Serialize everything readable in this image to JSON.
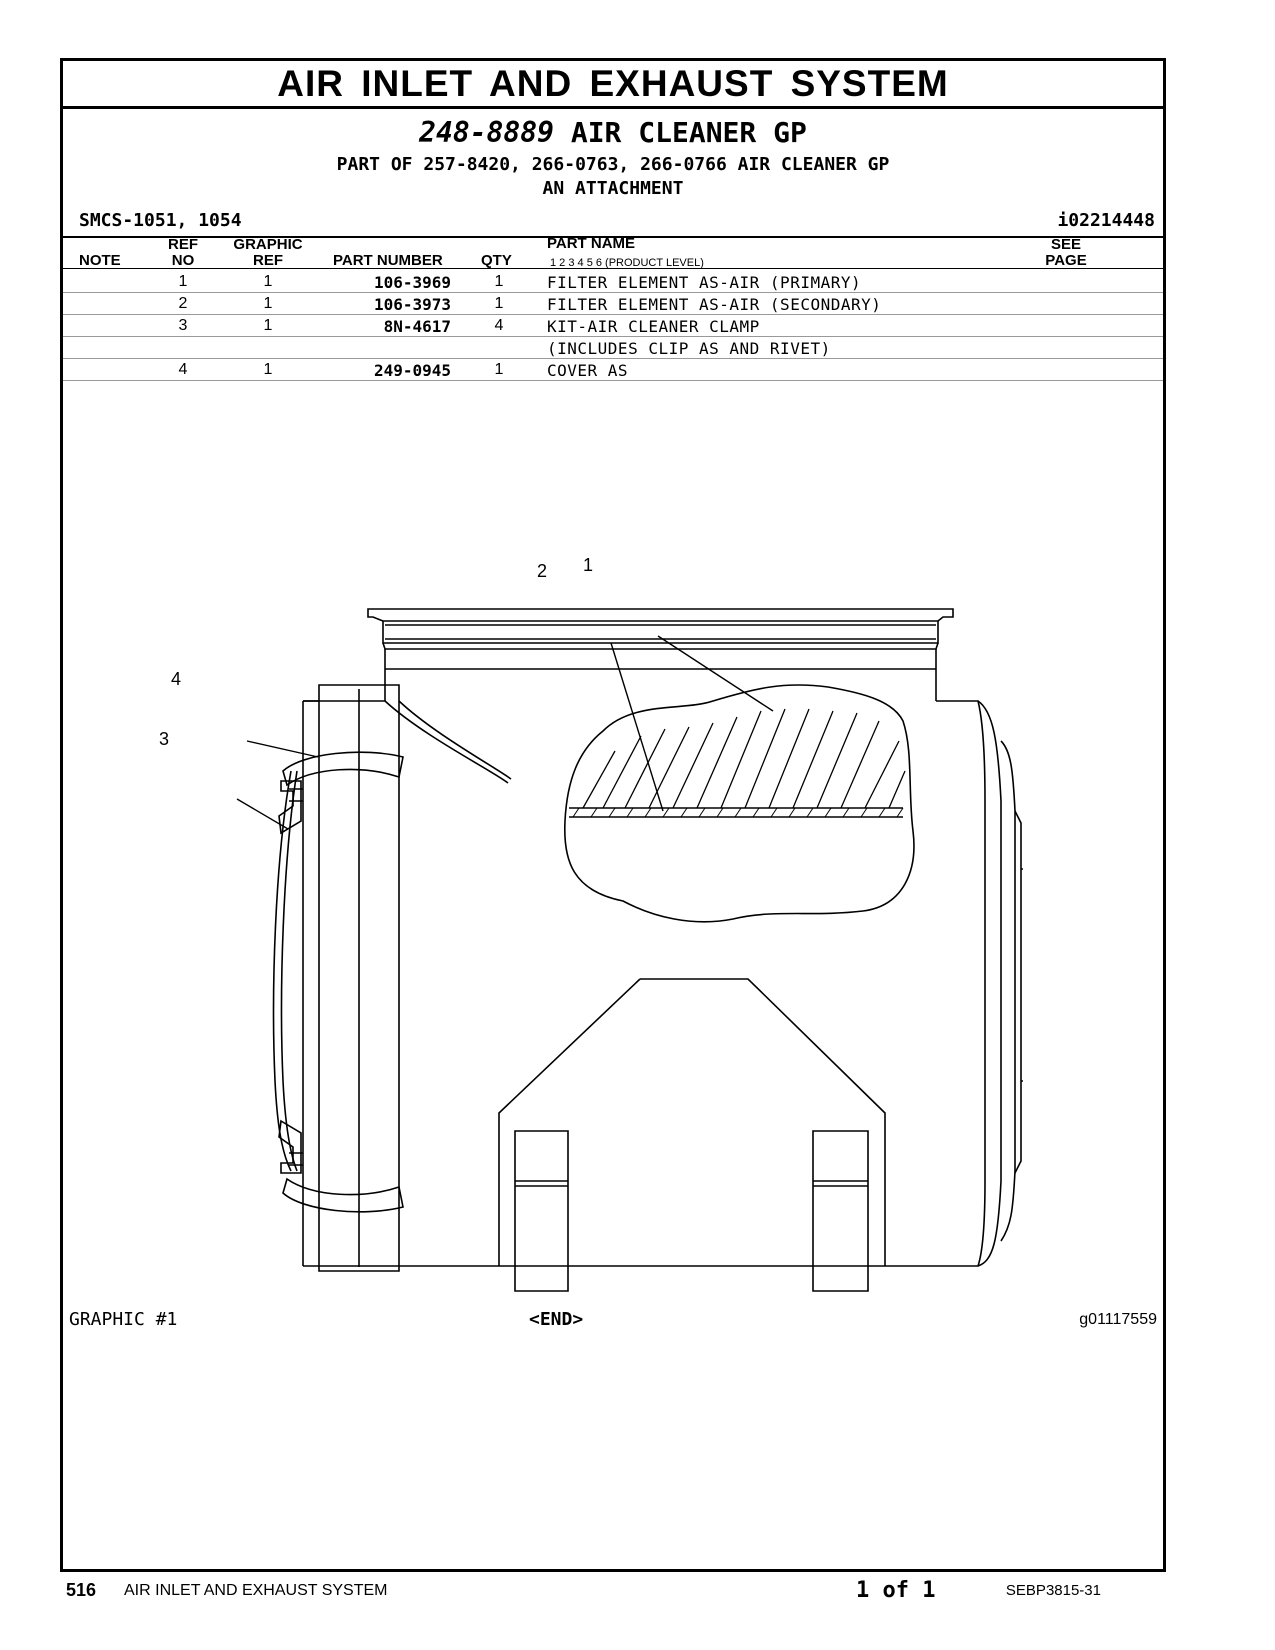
{
  "section_title": "AIR INLET AND EXHAUST SYSTEM",
  "group": {
    "part_number": "248-8889",
    "name": "AIR CLEANER GP",
    "part_of": "PART OF 257-8420, 266-0763, 266-0766 AIR CLEANER GP",
    "type": "AN ATTACHMENT"
  },
  "smcs": "SMCS-1051, 1054",
  "doc_id": "i02214448",
  "table": {
    "headers": {
      "note": "NOTE",
      "ref_no_1": "REF",
      "ref_no_2": "NO",
      "graphic_ref_1": "GRAPHIC",
      "graphic_ref_2": "REF",
      "part_number": "PART NUMBER",
      "qty": "QTY",
      "part_name": "PART NAME",
      "product_levels": "1   2   3   4   5   6   (PRODUCT LEVEL)",
      "see_page_1": "SEE",
      "see_page_2": "PAGE"
    },
    "rows": [
      {
        "note": "",
        "ref_no": "1",
        "graphic_ref": "1",
        "part_number": "106-3969",
        "qty": "1",
        "part_name": "FILTER ELEMENT AS-AIR (PRIMARY)"
      },
      {
        "note": "",
        "ref_no": "2",
        "graphic_ref": "1",
        "part_number": "106-3973",
        "qty": "1",
        "part_name": "FILTER ELEMENT AS-AIR (SECONDARY)"
      },
      {
        "note": "",
        "ref_no": "3",
        "graphic_ref": "1",
        "part_number": "8N-4617",
        "qty": "4",
        "part_name": "KIT-AIR CLEANER CLAMP"
      },
      {
        "note": "",
        "ref_no": "",
        "graphic_ref": "",
        "part_number": "",
        "qty": "",
        "part_name": "(INCLUDES CLIP AS AND RIVET)"
      },
      {
        "note": "",
        "ref_no": "4",
        "graphic_ref": "1",
        "part_number": "249-0945",
        "qty": "1",
        "part_name": "COVER AS"
      }
    ]
  },
  "illustration": {
    "callouts": [
      "1",
      "2",
      "3",
      "4"
    ]
  },
  "graphic_label": "GRAPHIC #1",
  "end_marker": "<END>",
  "graphic_id": "g01117559",
  "footer": {
    "page_number": "516",
    "section": "AIR INLET AND EXHAUST SYSTEM",
    "page_of": "1 of 1",
    "doc_number": "SEBP3815-31"
  }
}
